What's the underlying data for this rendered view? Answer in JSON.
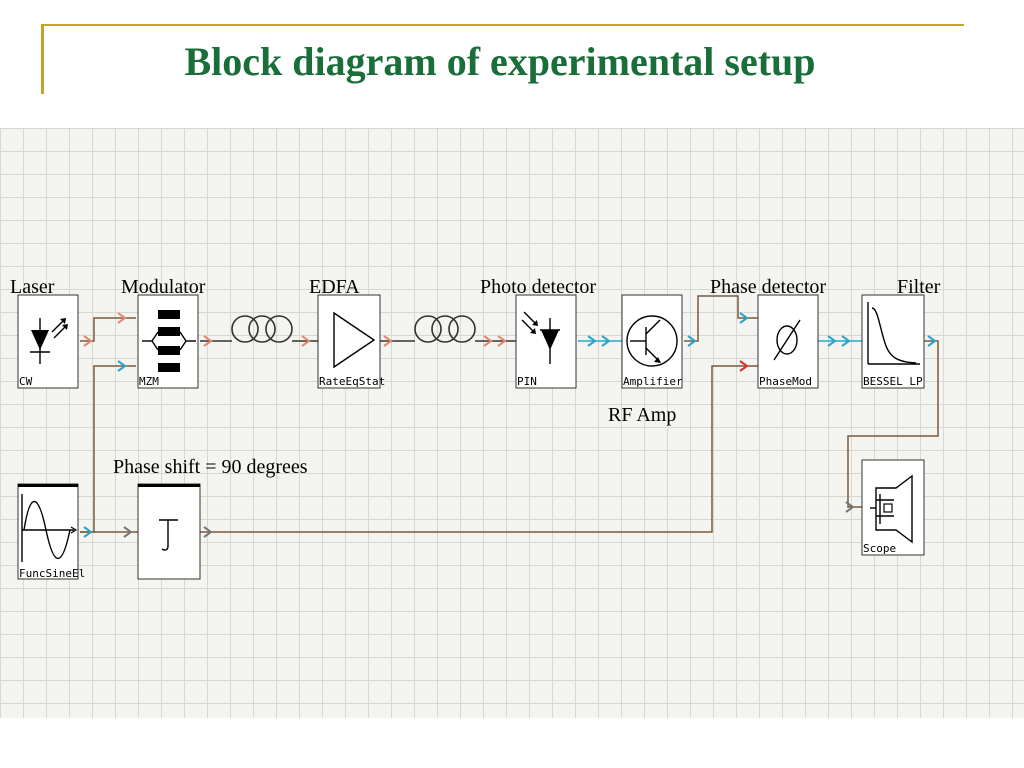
{
  "title": "Block diagram of experimental setup",
  "labels": {
    "laser": "Laser",
    "modulator": "Modulator",
    "edfa": "EDFA",
    "photo_detector": "Photo detector",
    "phase_detector": "Phase detector",
    "filter": "Filter",
    "rf_amp": "RF Amp",
    "phase_shift": "Phase shift = 90 degrees"
  },
  "blocks": {
    "cw": "CW",
    "mzm": "MZM",
    "edfa": "RateEqStat",
    "pin": "PIN",
    "amplifier": "Amplifier",
    "phasemod": "PhaseMod",
    "bessel": "BESSEL LP",
    "scope": "Scope",
    "funcsine": "FuncSineEl"
  },
  "colors": {
    "title": "#1a6e3a",
    "accent_line": "#c9a227",
    "wire": "#7a5a3c",
    "optical_port": "#e08a70",
    "electrical_port": "#2aa6c8",
    "red_port": "#d9302a"
  }
}
